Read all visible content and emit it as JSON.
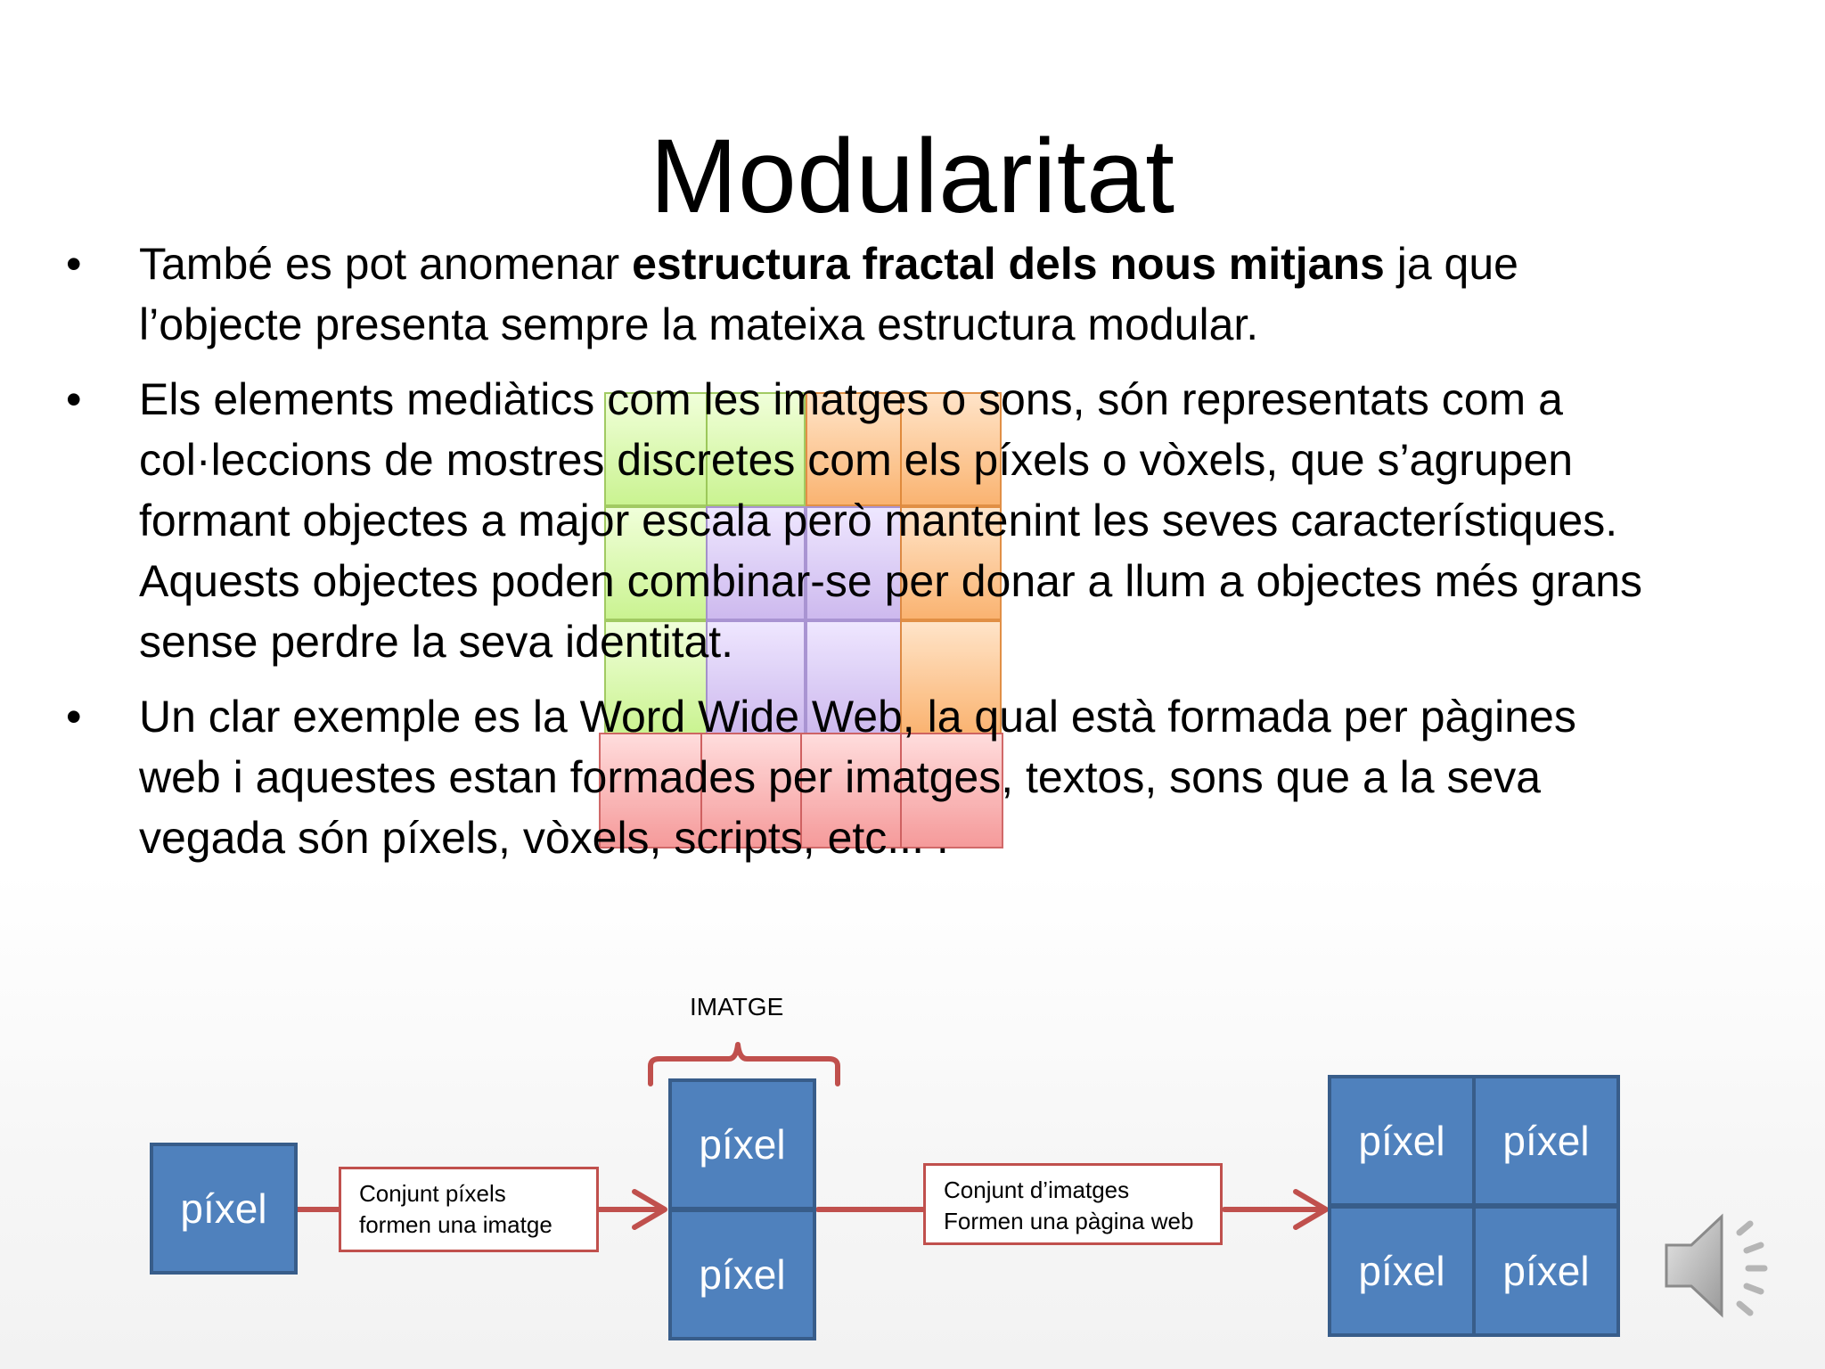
{
  "slide": {
    "title": "Modularitat",
    "bullet_char": "•",
    "bullets": [
      {
        "pre": "També es pot anomenar ",
        "bold": "estructura fractal dels nous mitjans",
        "post": " ja que l’objecte presenta sempre la mateixa estructura modular."
      },
      {
        "text": "Els elements mediàtics com les imatges o sons, són representats com a col·leccions de mostres discretes com els píxels o vòxels, que s’agrupen formant objectes a major escala però mantenint les seves característiques. Aquests objectes poden combinar-se per donar a llum a objectes més grans sense perdre la seva identitat."
      },
      {
        "text": "Un clar exemple es la Word Wide Web, la qual està formada per pàgines web i aquestes estan formades per imatges, textos, sons que a la seva vegada són píxels, vòxels, scripts, etc... ."
      }
    ]
  },
  "diagram": {
    "pixel_label": "píxel",
    "step1_label_line1": "Conjunt píxels",
    "step1_label_line2": "formen una imatge",
    "imatge_label": "IMATGE",
    "step2_label_line1": "Conjunt d’imatges",
    "step2_label_line2": "Formen una pàgina  web"
  },
  "colors": {
    "pixel_fill": "#4f81bd",
    "pixel_border": "#385d8a",
    "arrow": "#c0504d",
    "brace": "#c0504d"
  },
  "icons": {
    "audio": "speaker-icon"
  }
}
